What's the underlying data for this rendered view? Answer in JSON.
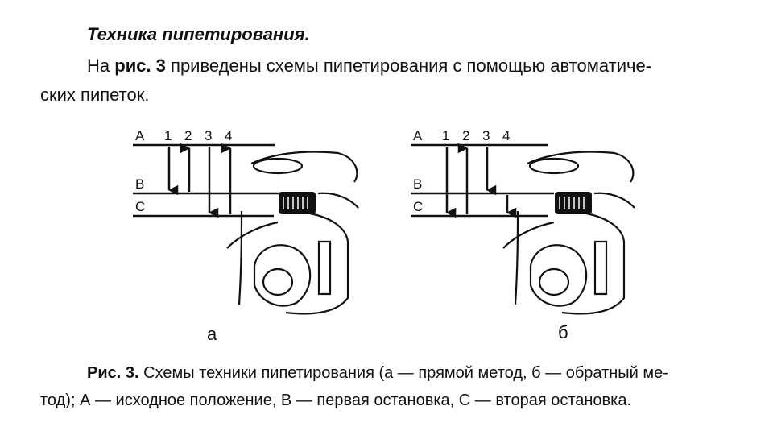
{
  "heading": "Техника пипетирования.",
  "intro": {
    "prefix": "На ",
    "ref": "рис. 3",
    "line1_rest": " приведены схемы пипетирования с помощью автоматиче-",
    "line2": "ских пипеток."
  },
  "figure": {
    "labels": {
      "a": "A",
      "b": "B",
      "c": "C",
      "n1": "1",
      "n2": "2",
      "n3": "3",
      "n4": "4"
    },
    "subfig_a": "а",
    "subfig_b": "б"
  },
  "caption": {
    "ref": "Рис. 3.",
    "line1_rest": " Схемы техники пипетирования (а — прямой метод, б — обратный ме-",
    "line2": "тод); А — исходное положение, В — первая остановка, С — вторая остановка."
  },
  "colors": {
    "ink": "#111111",
    "background": "#ffffff"
  }
}
